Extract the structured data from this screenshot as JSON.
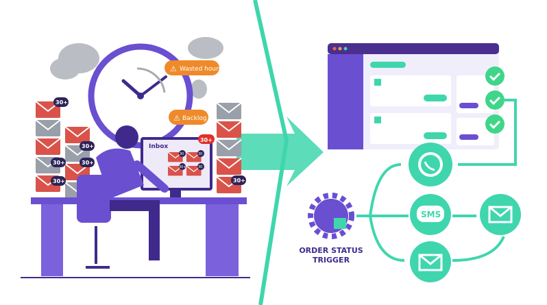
{
  "left_scene": {
    "alerts": {
      "wasted_hours": "Wasted hours",
      "backlog": "Backlog"
    },
    "monitor": {
      "title": "Inbox",
      "badge": "30+",
      "envelope_badges": [
        "30",
        "30",
        "30+",
        "30"
      ]
    },
    "stack_badges": [
      "30+",
      "30+",
      "30+",
      "30+",
      "30+",
      "30+"
    ]
  },
  "right_scene": {
    "channels": {
      "sms_label": "SMS"
    },
    "trigger": {
      "line1": "ORDER STATUS",
      "line2": "TRIGGER"
    }
  },
  "colors": {
    "purple": "#6a4fd1",
    "dark_purple": "#3f2a8c",
    "teal": "#3fd6ad",
    "red_envelope": "#d9534a",
    "grey_envelope": "#9aa0aa",
    "alert_orange": "#ef8a2a",
    "badge_dark": "#2d2357",
    "badge_red": "#e0312a"
  }
}
